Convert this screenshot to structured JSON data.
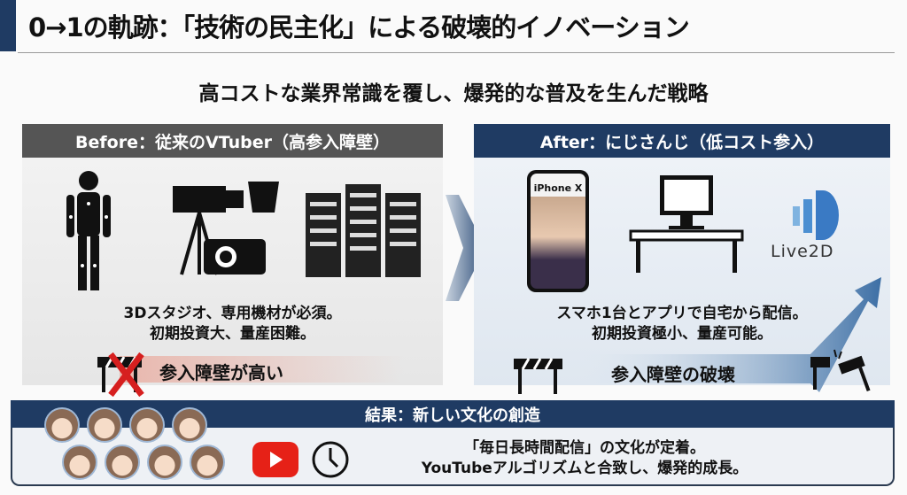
{
  "title": "0→1の軌跡：「技術の民主化」による破壊的イノベーション",
  "subtitle": "高コストな業界常識を覆し、爆発的な普及を生んだ戦略",
  "before": {
    "header": "Before：従来のVTuber（高参入障壁）",
    "desc_line1": "3Dスタジオ、専用機材が必須。",
    "desc_line2": "初期投資大、量産困難。",
    "barrier_label": "参入障壁が高い"
  },
  "after": {
    "header": "After：にじさんじ（低コスト参入）",
    "phone_label": "iPhone X",
    "live2d_label": "Live2D",
    "desc_line1": "スマホ1台とアプリで自宅から配信。",
    "desc_line2": "初期投資極小、量産可能。",
    "barrier_label": "参入障壁の破壊"
  },
  "result": {
    "header": "結果：新しい文化の創造",
    "line1": "「毎日長時間配信」の文化が定着。",
    "line2": "YouTubeアルゴリズムと合致し、爆発的成長。"
  },
  "colors": {
    "navy": "#1f3b63",
    "gray": "#555555",
    "youtube": "#e62117"
  }
}
